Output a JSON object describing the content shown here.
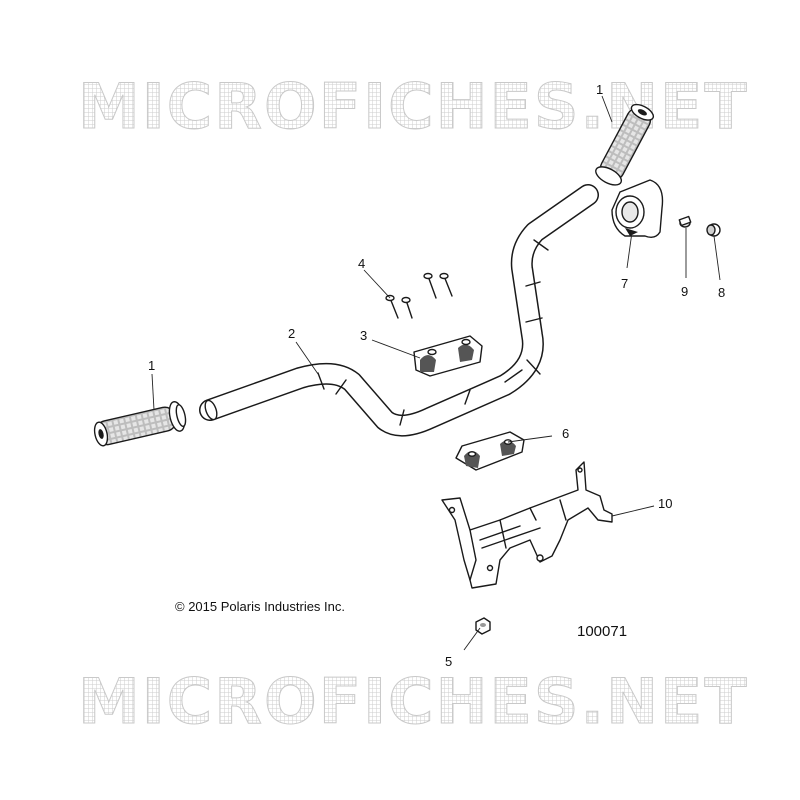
{
  "watermark": {
    "top_text": "MICROFICHES.NET",
    "bottom_text": "MICROFICHES.NET"
  },
  "copyright": "© 2015 Polaris Industries Inc.",
  "diagram_number": "100071",
  "callouts": {
    "grip_right": "1",
    "grip_left": "1",
    "handlebar": "2",
    "upper_clamp": "3",
    "bolts": "4",
    "nut": "5",
    "lower_clamp": "6",
    "switch_housing": "7",
    "plug": "8",
    "screw": "9",
    "bracket": "10"
  },
  "colors": {
    "ink": "#1a1a1a",
    "part_fill": "#ffffff",
    "part_shade": "#d8d8d8",
    "watermark": "#cfcfcf"
  }
}
